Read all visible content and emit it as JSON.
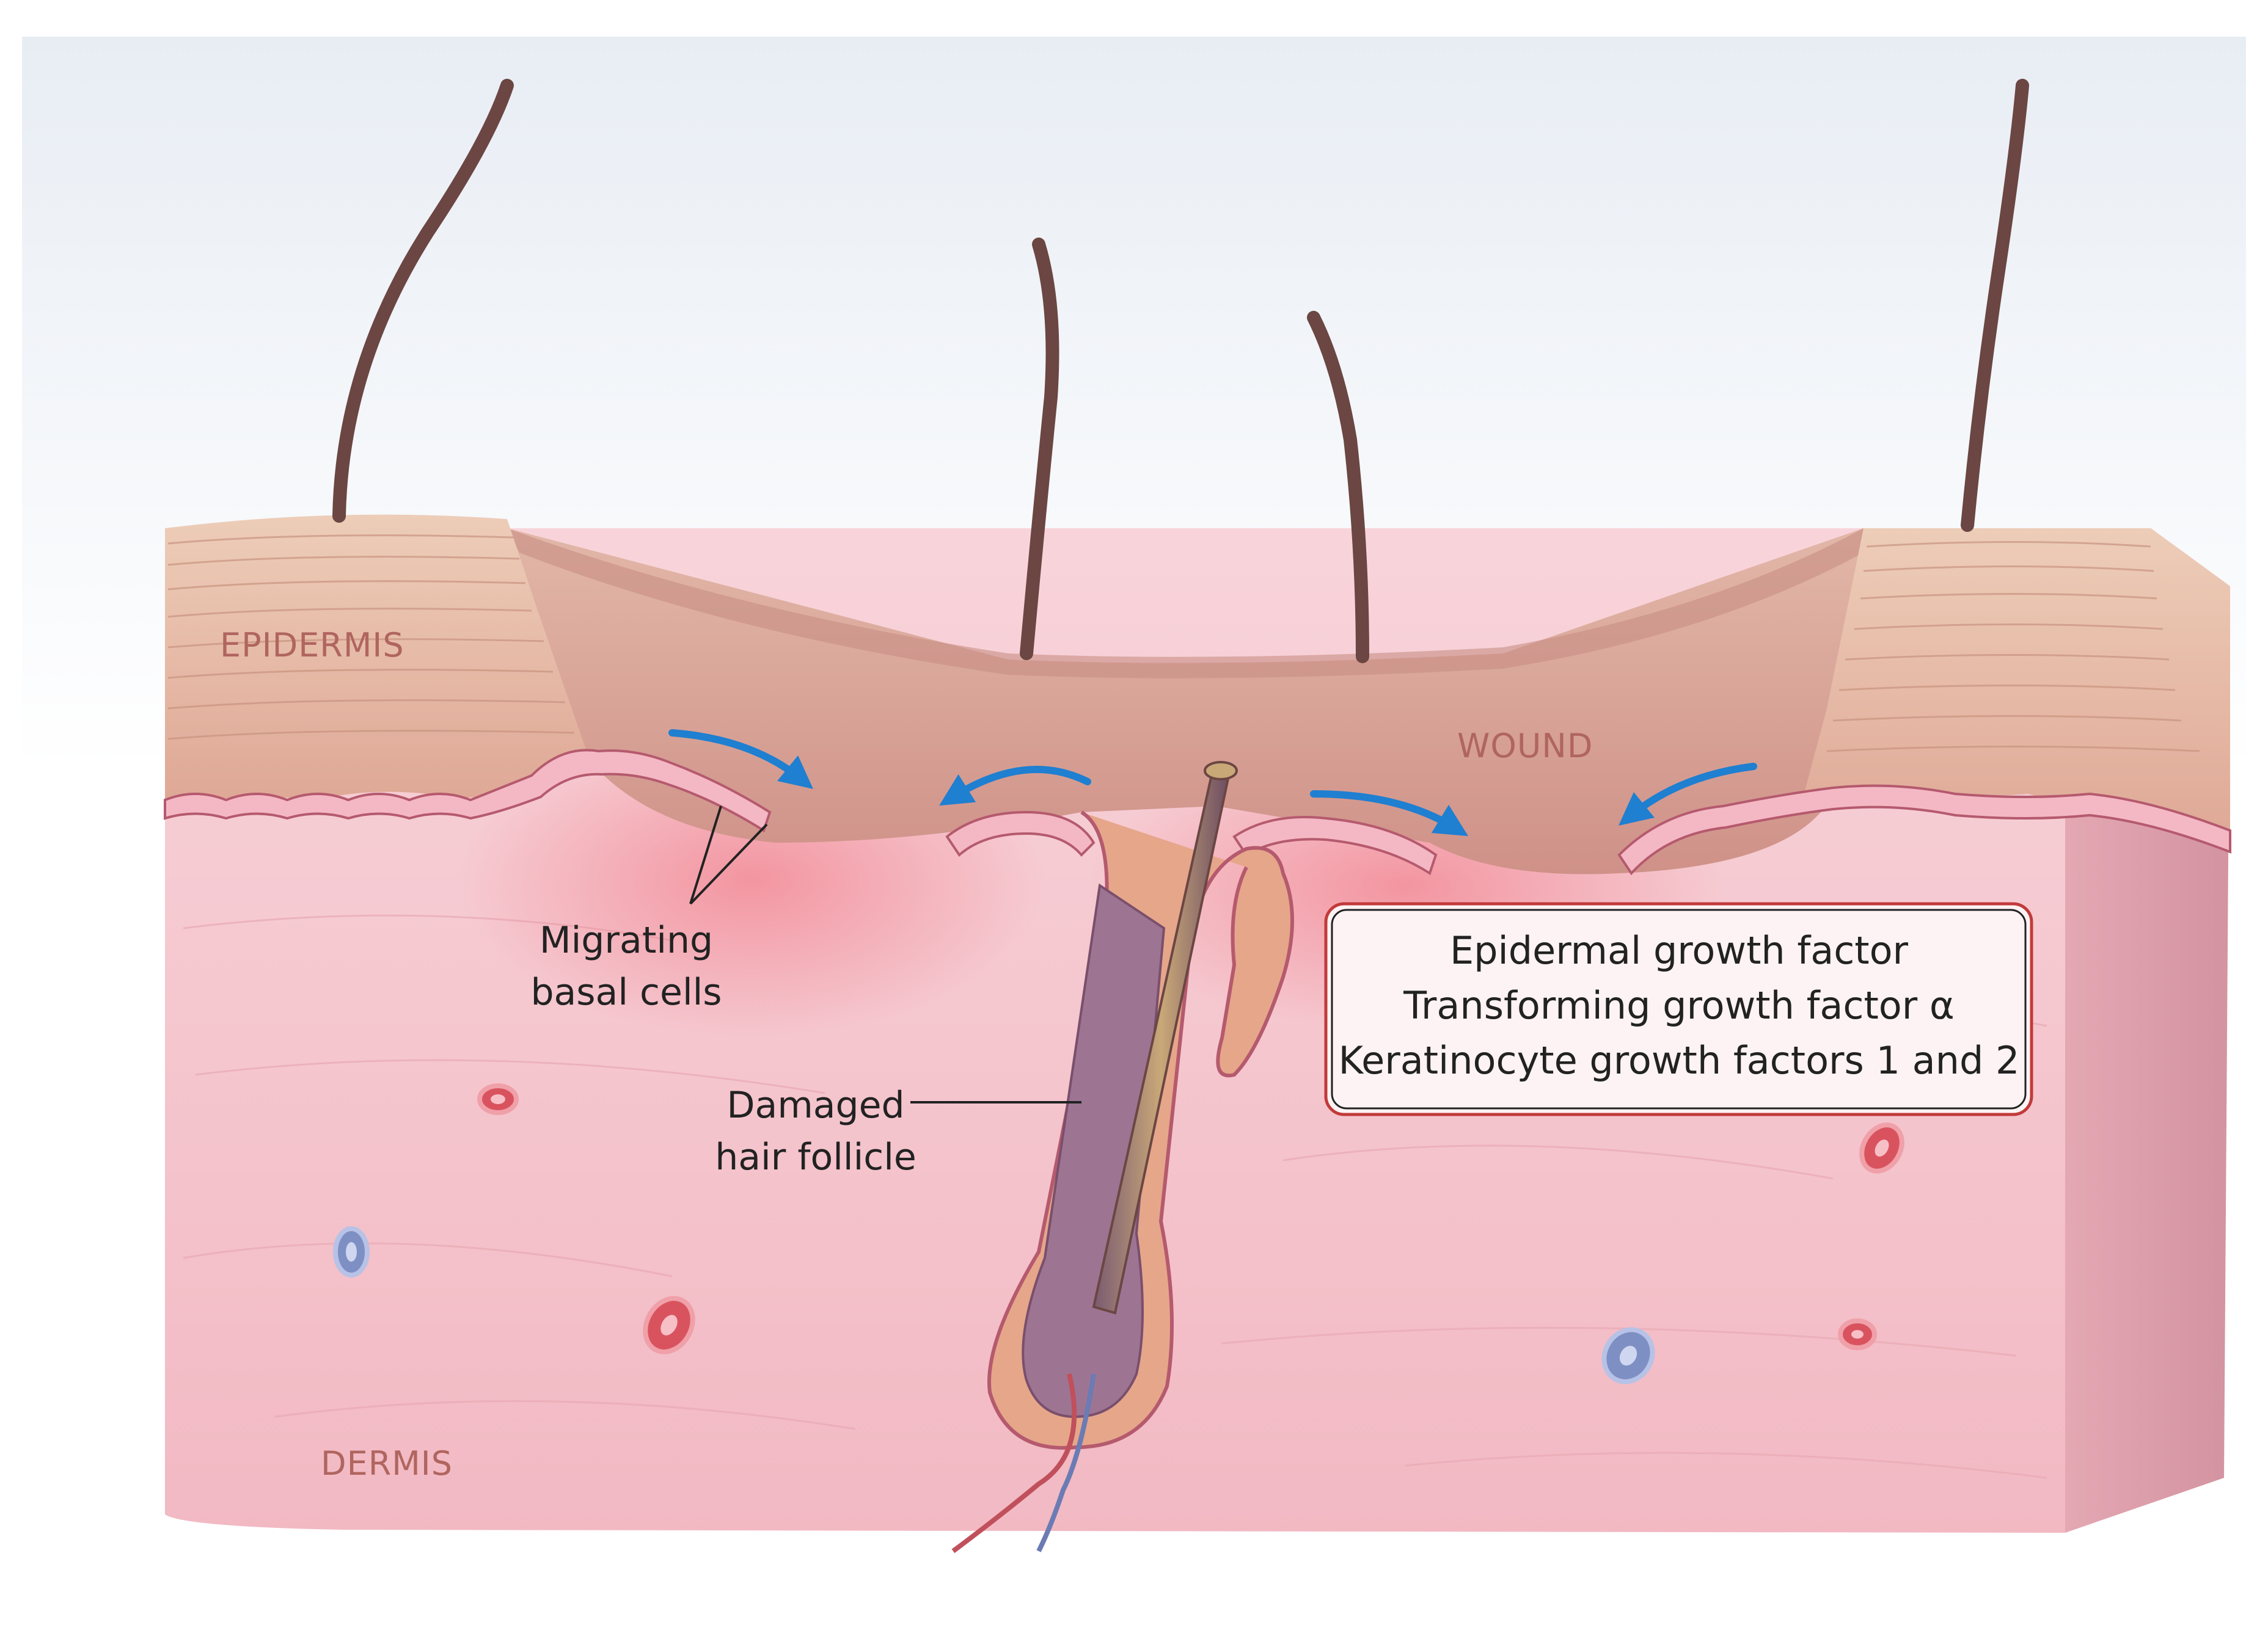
{
  "labels": {
    "epidermis": "EPIDERMIS",
    "wound": "WOUND",
    "dermis": "DERMIS",
    "migrating_line1": "Migrating",
    "migrating_line2": "basal cells",
    "damaged_line1": "Damaged",
    "damaged_line2": "hair follicle"
  },
  "factors": [
    "Epidermal growth factor",
    "Transforming growth factor α",
    "Keratinocyte growth factors 1 and 2"
  ],
  "colors": {
    "dermis": "#f6c6cf",
    "epidermis": "#e4b2a0",
    "wound": "#d69a92",
    "hair": "#6b4643",
    "basal_cells": "#b55a6e",
    "arrow": "#1f7fd0",
    "label_text": "#b0655f",
    "box_border": "#c23a3a"
  },
  "icons": {
    "migration_arrow": "curved-arrow-icon",
    "blood_vessel": "vessel-cross-section-icon"
  }
}
